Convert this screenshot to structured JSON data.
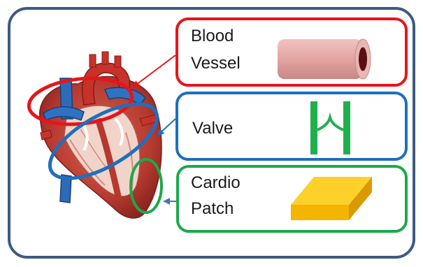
{
  "boxes": {
    "blood_vessel": {
      "line1": "Blood",
      "line2": "Vessel",
      "color": "#e8141b"
    },
    "valve": {
      "line1": "Valve",
      "color": "#1f6fbd"
    },
    "cardio_patch": {
      "line1": "Cardio",
      "line2": "Patch",
      "color": "#1da84b"
    }
  },
  "frame_color": "#3c5a82",
  "icons": [
    "heart-illustration",
    "blood-vessel-tube-icon",
    "valve-leaflet-icon",
    "cardio-patch-slab-icon"
  ]
}
